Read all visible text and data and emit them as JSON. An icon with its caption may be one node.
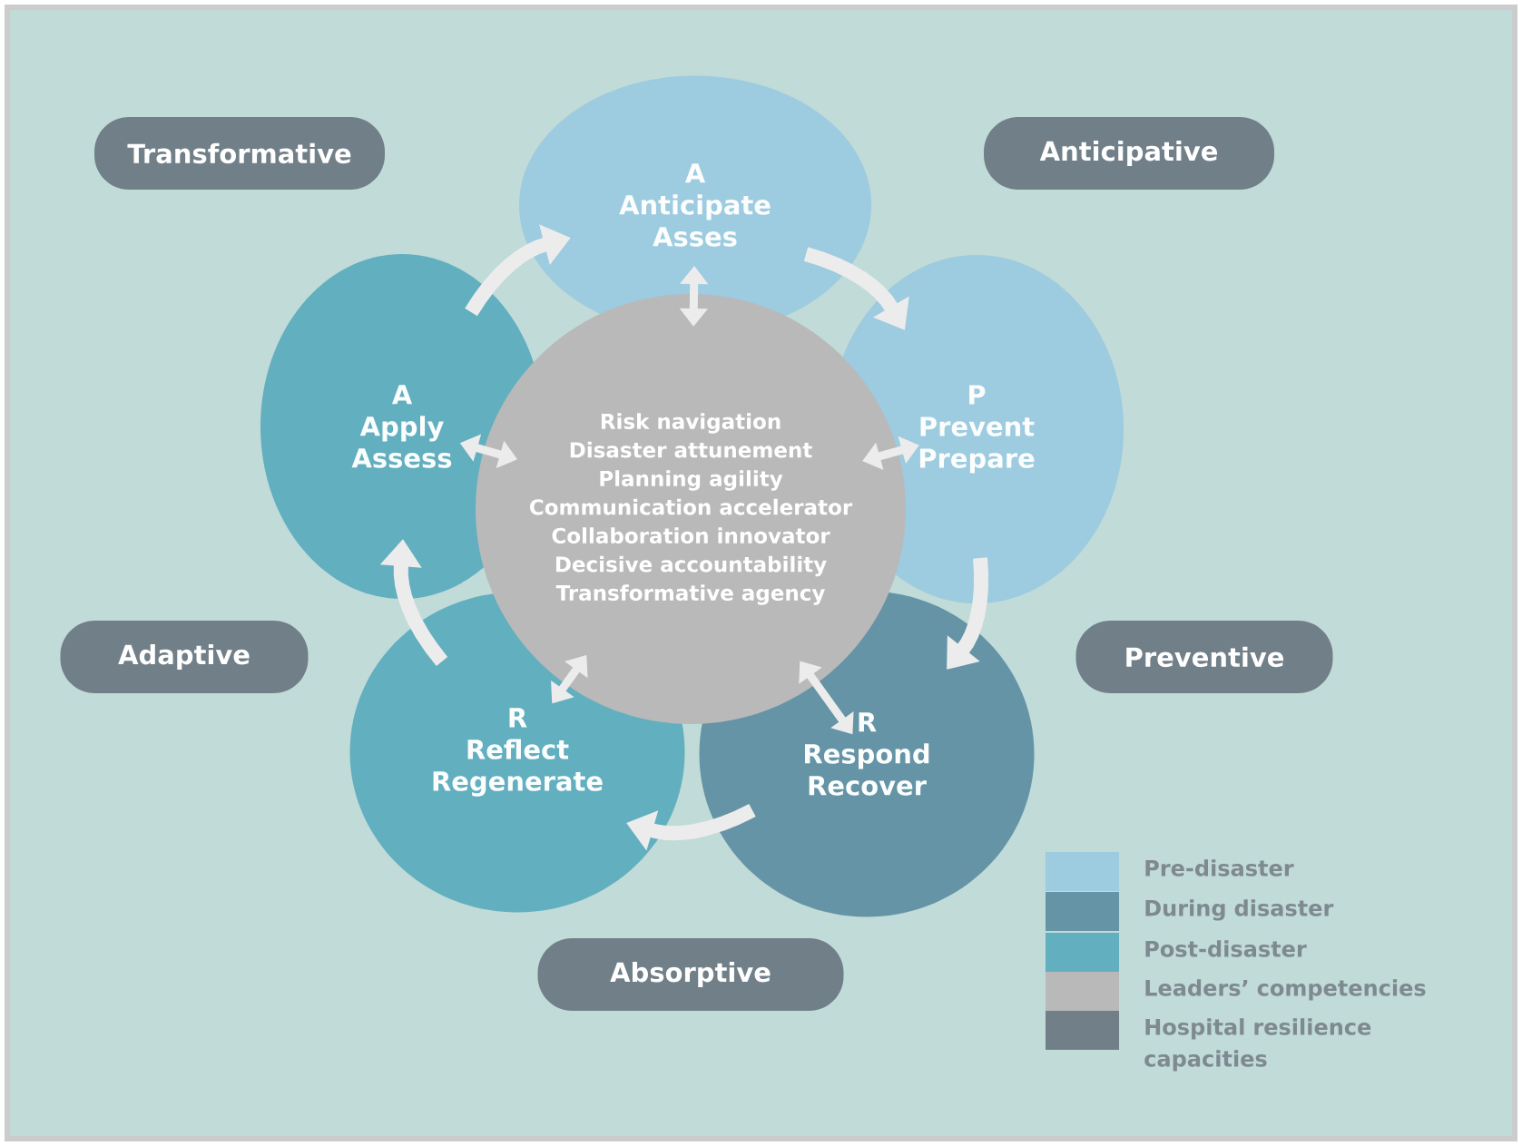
{
  "diagram": {
    "nodes": [
      {
        "text": [
          "Transformative"
        ]
      },
      {
        "text": [
          "A",
          "Anticipate",
          "Asses"
        ]
      },
      {
        "text": [
          "Anticipative"
        ]
      },
      {
        "text": [
          "A",
          "Apply",
          "Assess"
        ]
      },
      {
        "text": [
          "Risk navigation",
          "Disaster attunement",
          "Planning agility",
          "Communication accelerator",
          "Collaboration innovator",
          "Decisive accountability",
          "Transformative agency"
        ]
      },
      {
        "text": [
          "P",
          "Prevent",
          "Prepare"
        ]
      },
      {
        "text": [
          "Adaptive"
        ]
      },
      {
        "text": [
          "Preventive"
        ]
      },
      {
        "text": [
          "R",
          "Reflect",
          "Regenerate"
        ]
      },
      {
        "text": [
          "R",
          "Respond",
          "Recover"
        ]
      },
      {
        "text": [
          "Absorptive"
        ]
      }
    ],
    "edges": [
      {
        "from": 3,
        "to": 1,
        "arrow": "to"
      },
      {
        "from": 1,
        "to": 5,
        "arrow": "to"
      },
      {
        "from": 5,
        "to": 9,
        "arrow": "to"
      },
      {
        "from": 9,
        "to": 8,
        "arrow": "to"
      },
      {
        "from": 8,
        "to": 3,
        "arrow": "to"
      },
      {
        "from": 4,
        "to": 1,
        "arrow": "both"
      },
      {
        "from": 4,
        "to": 5,
        "arrow": "both"
      },
      {
        "from": 4,
        "to": 9,
        "arrow": "both"
      },
      {
        "from": 4,
        "to": 8,
        "arrow": "both"
      },
      {
        "from": 4,
        "to": 3,
        "arrow": "both"
      }
    ],
    "legend": [
      {
        "text": "Pre-disaster",
        "color": "#9dcbe0"
      },
      {
        "text": "During disaster",
        "color": "#6494a6"
      },
      {
        "text": "Post-disaster",
        "color": "#62afc0"
      },
      {
        "text": "Leaders’ competencies",
        "color": "#b9b9b9"
      },
      {
        "text": "Hospital resilience capacities",
        "color": "#717f88"
      }
    ]
  }
}
